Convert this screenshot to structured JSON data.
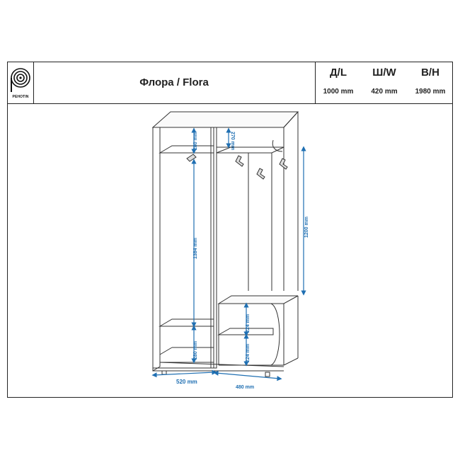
{
  "title": "Флора / Flora",
  "logo": {
    "text": "PEHOTIN",
    "icon": "spiral-logo-icon"
  },
  "specs": [
    {
      "key": "Д/L",
      "value": "1000 mm"
    },
    {
      "key": "Ш/W",
      "value": "420 mm"
    },
    {
      "key": "В/Н",
      "value": "1980 mm"
    }
  ],
  "dimensions": {
    "top_shelf_left": "280 mm",
    "top_shelf_right": "270 mm",
    "left_tall": "1384 mm",
    "left_bottom": "280 mm",
    "right_height": "1200 mm",
    "right_mid": "224 mm",
    "right_bottom": "224 mm",
    "left_width": "520 mm",
    "right_width": "480 mm"
  },
  "colors": {
    "line": "#333333",
    "dimension": "#1f6fb2"
  }
}
